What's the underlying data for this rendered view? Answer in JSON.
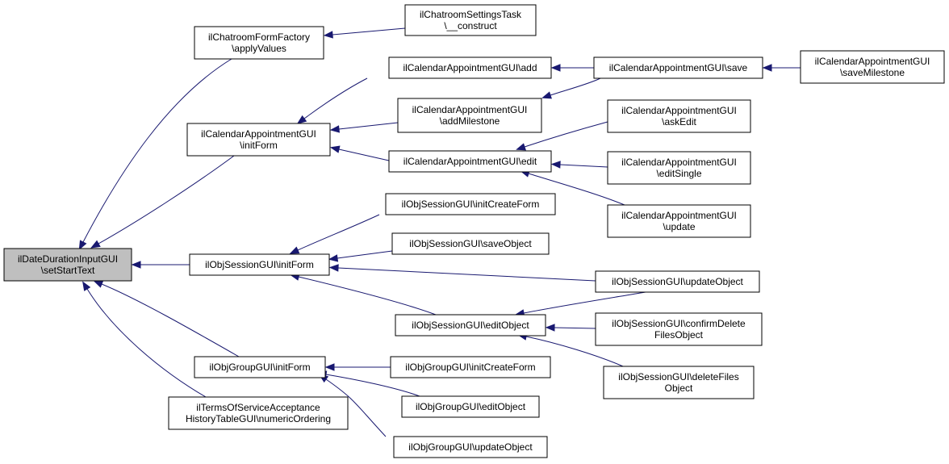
{
  "diagram": {
    "nodes": [
      {
        "id": "root",
        "lines": [
          "ilDateDurationInputGUI",
          "\\setStartText"
        ],
        "root": true
      },
      {
        "id": "chatFactory",
        "lines": [
          "ilChatroomFormFactory",
          "\\applyValues"
        ]
      },
      {
        "id": "chatSettings",
        "lines": [
          "ilChatroomSettingsTask",
          "\\__construct"
        ]
      },
      {
        "id": "calInit",
        "lines": [
          "ilCalendarAppointmentGUI",
          "\\initForm"
        ]
      },
      {
        "id": "calAdd",
        "lines": [
          "ilCalendarAppointmentGUI\\add"
        ]
      },
      {
        "id": "calSave",
        "lines": [
          "ilCalendarAppointmentGUI\\save"
        ]
      },
      {
        "id": "calSaveMilestone",
        "lines": [
          "ilCalendarAppointmentGUI",
          "\\saveMilestone"
        ]
      },
      {
        "id": "calAddMilestone",
        "lines": [
          "ilCalendarAppointmentGUI",
          "\\addMilestone"
        ]
      },
      {
        "id": "calAskEdit",
        "lines": [
          "ilCalendarAppointmentGUI",
          "\\askEdit"
        ]
      },
      {
        "id": "calEdit",
        "lines": [
          "ilCalendarAppointmentGUI\\edit"
        ]
      },
      {
        "id": "calEditSingle",
        "lines": [
          "ilCalendarAppointmentGUI",
          "\\editSingle"
        ]
      },
      {
        "id": "calUpdate",
        "lines": [
          "ilCalendarAppointmentGUI",
          "\\update"
        ]
      },
      {
        "id": "sessInitCreate",
        "lines": [
          "ilObjSessionGUI\\initCreateForm"
        ]
      },
      {
        "id": "sessSaveObject",
        "lines": [
          "ilObjSessionGUI\\saveObject"
        ]
      },
      {
        "id": "sessInit",
        "lines": [
          "ilObjSessionGUI\\initForm"
        ]
      },
      {
        "id": "sessUpdateObject",
        "lines": [
          "ilObjSessionGUI\\updateObject"
        ]
      },
      {
        "id": "sessEditObject",
        "lines": [
          "ilObjSessionGUI\\editObject"
        ]
      },
      {
        "id": "sessConfirmDelete",
        "lines": [
          "ilObjSessionGUI\\confirmDelete",
          "FilesObject"
        ]
      },
      {
        "id": "sessDeleteFiles",
        "lines": [
          "ilObjSessionGUI\\deleteFiles",
          "Object"
        ]
      },
      {
        "id": "grpInit",
        "lines": [
          "ilObjGroupGUI\\initForm"
        ]
      },
      {
        "id": "grpInitCreate",
        "lines": [
          "ilObjGroupGUI\\initCreateForm"
        ]
      },
      {
        "id": "grpEditObject",
        "lines": [
          "ilObjGroupGUI\\editObject"
        ]
      },
      {
        "id": "grpUpdateObject",
        "lines": [
          "ilObjGroupGUI\\updateObject"
        ]
      },
      {
        "id": "tosHistory",
        "lines": [
          "ilTermsOfServiceAcceptance",
          "HistoryTableGUI\\numericOrdering"
        ]
      }
    ],
    "edges": [
      {
        "from": "chatFactory",
        "to": "root"
      },
      {
        "from": "calInit",
        "to": "root"
      },
      {
        "from": "sessInit",
        "to": "root"
      },
      {
        "from": "grpInit",
        "to": "root"
      },
      {
        "from": "tosHistory",
        "to": "root"
      },
      {
        "from": "chatSettings",
        "to": "chatFactory"
      },
      {
        "from": "calAdd",
        "to": "calInit"
      },
      {
        "from": "calAddMilestone",
        "to": "calInit"
      },
      {
        "from": "calEdit",
        "to": "calInit"
      },
      {
        "from": "calSave",
        "to": "calAdd"
      },
      {
        "from": "calSave",
        "to": "calAddMilestone"
      },
      {
        "from": "calSaveMilestone",
        "to": "calSave"
      },
      {
        "from": "calAskEdit",
        "to": "calEdit"
      },
      {
        "from": "calEditSingle",
        "to": "calEdit"
      },
      {
        "from": "calUpdate",
        "to": "calEdit"
      },
      {
        "from": "sessInitCreate",
        "to": "sessInit"
      },
      {
        "from": "sessSaveObject",
        "to": "sessInit"
      },
      {
        "from": "sessUpdateObject",
        "to": "sessInit"
      },
      {
        "from": "sessEditObject",
        "to": "sessInit"
      },
      {
        "from": "sessUpdateObject",
        "to": "sessEditObject"
      },
      {
        "from": "sessConfirmDelete",
        "to": "sessEditObject"
      },
      {
        "from": "sessDeleteFiles",
        "to": "sessEditObject"
      },
      {
        "from": "grpInitCreate",
        "to": "grpInit"
      },
      {
        "from": "grpEditObject",
        "to": "grpInit"
      },
      {
        "from": "grpUpdateObject",
        "to": "grpInit"
      }
    ]
  }
}
